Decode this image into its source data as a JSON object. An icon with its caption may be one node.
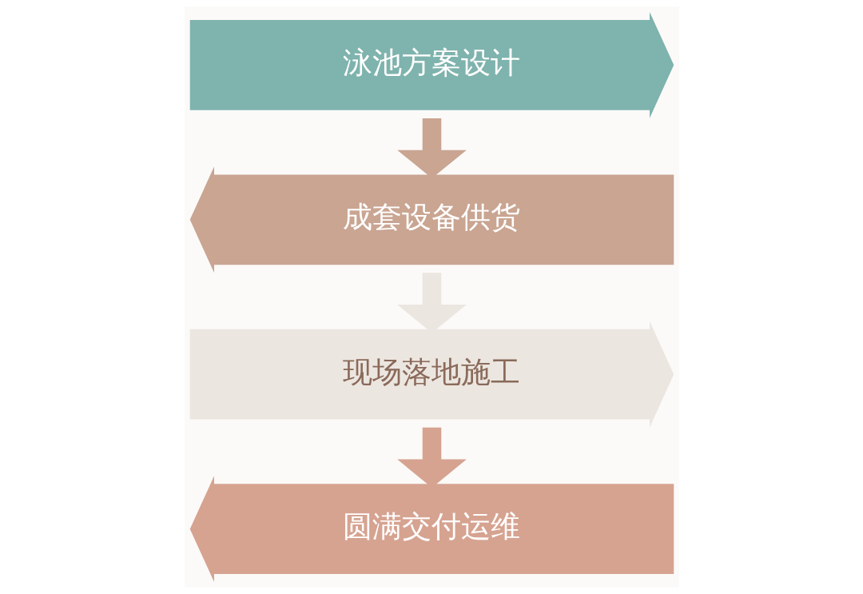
{
  "diagram": {
    "nodes": [
      {
        "text": [
          "泳池方案设计"
        ]
      },
      {
        "text": [
          "成套设备供货"
        ]
      },
      {
        "text": [
          "现场落地施工"
        ]
      },
      {
        "text": [
          "圆满交付运维"
        ]
      }
    ],
    "edges": [
      {
        "from": 0,
        "to": 1,
        "arrow": "to"
      },
      {
        "from": 1,
        "to": 2,
        "arrow": "to"
      },
      {
        "from": 2,
        "to": 3,
        "arrow": "to"
      }
    ]
  }
}
